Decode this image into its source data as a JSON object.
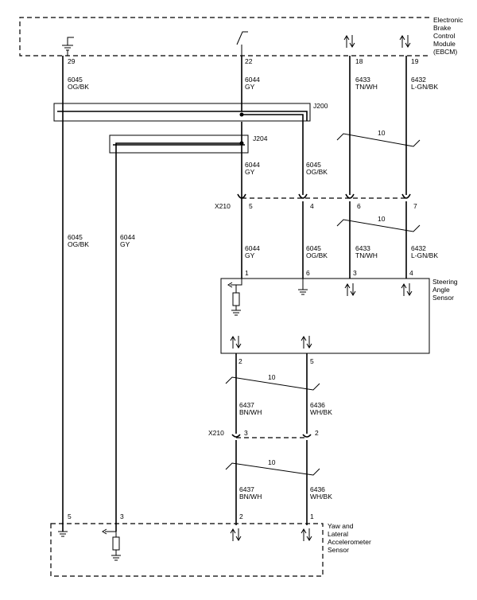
{
  "modules": {
    "ebcm": {
      "lines": [
        "Electronic",
        "Brake",
        "Control",
        "Module",
        "(EBCM)"
      ],
      "pins": [
        "29",
        "22",
        "18",
        "19"
      ]
    },
    "steering": {
      "lines": [
        "Steering",
        "Angle",
        "Sensor"
      ],
      "pins_top": [
        "1",
        "6",
        "3",
        "4"
      ],
      "pins_bottom": [
        "2",
        "5"
      ]
    },
    "yaw": {
      "lines": [
        "Yaw and",
        "Lateral",
        "Accelerometer",
        "Sensor"
      ],
      "pins": [
        "5",
        "3",
        "2",
        "1"
      ]
    }
  },
  "splices": {
    "j200": "J200",
    "j204": "J204"
  },
  "connectors": {
    "x210_upper": {
      "label": "X210",
      "pins": [
        "5",
        "4",
        "6",
        "7"
      ]
    },
    "x210_lower": {
      "label": "X210",
      "pins": [
        "3",
        "2"
      ]
    }
  },
  "twist_labels": [
    "10",
    "10",
    "10",
    "10"
  ],
  "wires": {
    "w6045_top": {
      "circuit": "6045",
      "color": "OG/BK"
    },
    "w6044_top": {
      "circuit": "6044",
      "color": "GY"
    },
    "w6433_top": {
      "circuit": "6433",
      "color": "TN/WH"
    },
    "w6432_top": {
      "circuit": "6432",
      "color": "L-GN/BK"
    },
    "w6044_mid": {
      "circuit": "6044",
      "color": "GY"
    },
    "w6045_mid": {
      "circuit": "6045",
      "color": "OG/BK"
    },
    "w6045_left": {
      "circuit": "6045",
      "color": "OG/BK"
    },
    "w6044_left": {
      "circuit": "6044",
      "color": "GY"
    },
    "w6044_low": {
      "circuit": "6044",
      "color": "GY"
    },
    "w6045_low": {
      "circuit": "6045",
      "color": "OG/BK"
    },
    "w6433_low": {
      "circuit": "6433",
      "color": "TN/WH"
    },
    "w6432_low": {
      "circuit": "6432",
      "color": "L-GN/BK"
    },
    "w6437_a": {
      "circuit": "6437",
      "color": "BN/WH"
    },
    "w6436_a": {
      "circuit": "6436",
      "color": "WH/BK"
    },
    "w6437_b": {
      "circuit": "6437",
      "color": "BN/WH"
    },
    "w6436_b": {
      "circuit": "6436",
      "color": "WH/BK"
    }
  }
}
